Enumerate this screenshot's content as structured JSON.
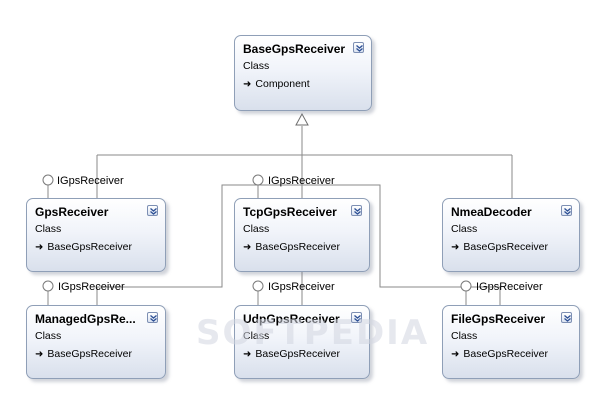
{
  "diagram": {
    "classes": {
      "base_gps_receiver": {
        "name": "BaseGpsReceiver",
        "kind": "Class",
        "base": "Component"
      },
      "gps_receiver": {
        "name": "GpsReceiver",
        "kind": "Class",
        "base": "BaseGpsReceiver"
      },
      "tcp_gps_receiver": {
        "name": "TcpGpsReceiver",
        "kind": "Class",
        "base": "BaseGpsReceiver"
      },
      "nmea_decoder": {
        "name": "NmeaDecoder",
        "kind": "Class",
        "base": "BaseGpsReceiver"
      },
      "managed_gps_receiver": {
        "name": "ManagedGpsRe...",
        "kind": "Class",
        "base": "BaseGpsReceiver"
      },
      "udp_gps_receiver": {
        "name": "UdpGpsReceiver",
        "kind": "Class",
        "base": "BaseGpsReceiver"
      },
      "file_gps_receiver": {
        "name": "FileGpsReceiver",
        "kind": "Class",
        "base": "BaseGpsReceiver"
      }
    },
    "interfaces": {
      "gps": "IGpsReceiver",
      "tcp": "IGpsReceiver",
      "managed": "IGpsReceiver",
      "udp": "IGpsReceiver",
      "file": "IGpsReceiver"
    },
    "watermark": "SOFTPEDIA"
  },
  "colors": {
    "line": "#8a8a8a",
    "box_border": "#8f9fb7",
    "collapse_chevron": "#2c4f94"
  },
  "icons": {
    "collapse": "double-chevron-down-icon",
    "inherit": "inheritance-arrow-icon",
    "interface": "lollipop-interface-icon"
  }
}
